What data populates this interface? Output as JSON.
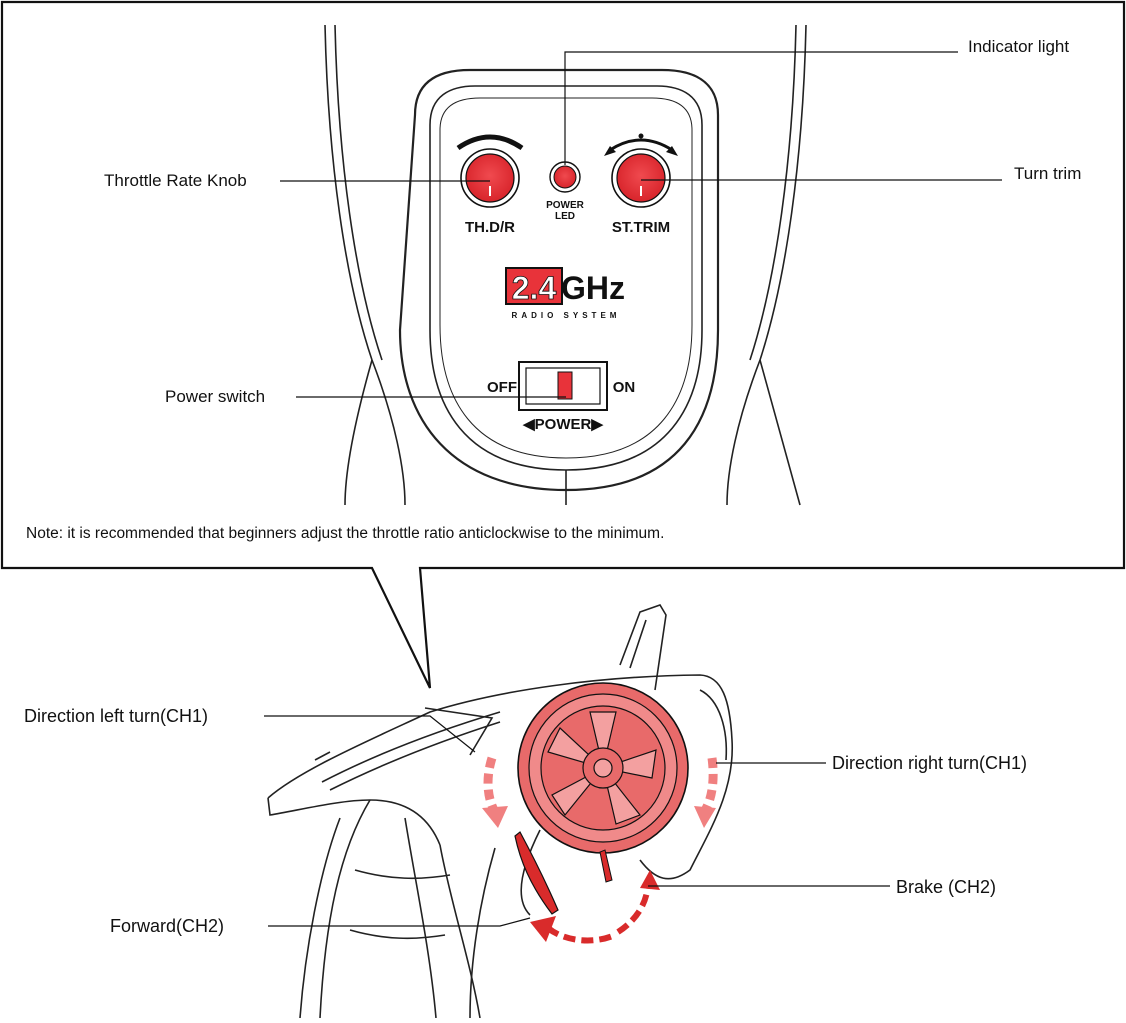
{
  "labels": {
    "indicator_light": "Indicator light",
    "throttle_rate_knob": "Throttle Rate Knob",
    "turn_trim": "Turn trim",
    "power_switch": "Power switch",
    "direction_left": "Direction left turn(CH1)",
    "direction_right": "Direction right  turn(CH1)",
    "brake": "Brake (CH2)",
    "forward": "Forward(CH2)"
  },
  "panel": {
    "knob_left_label": "TH.D/R",
    "knob_right_label": "ST.TRIM",
    "led_label_line1": "POWER",
    "led_label_line2": "LED",
    "logo_number": "2.4",
    "logo_unit": "GHz",
    "logo_tagline": "RADIO SYSTEM",
    "switch_off": "OFF",
    "switch_on": "ON",
    "switch_caption": "◀POWER▶"
  },
  "note": "Note: it is recommended that beginners adjust the throttle ratio anticlockwise to the minimum.",
  "colors": {
    "accent_red": "#e8333a",
    "arrow_red": "#d92b2b",
    "wheel_pink": "#e86a6a",
    "line": "#111111"
  }
}
